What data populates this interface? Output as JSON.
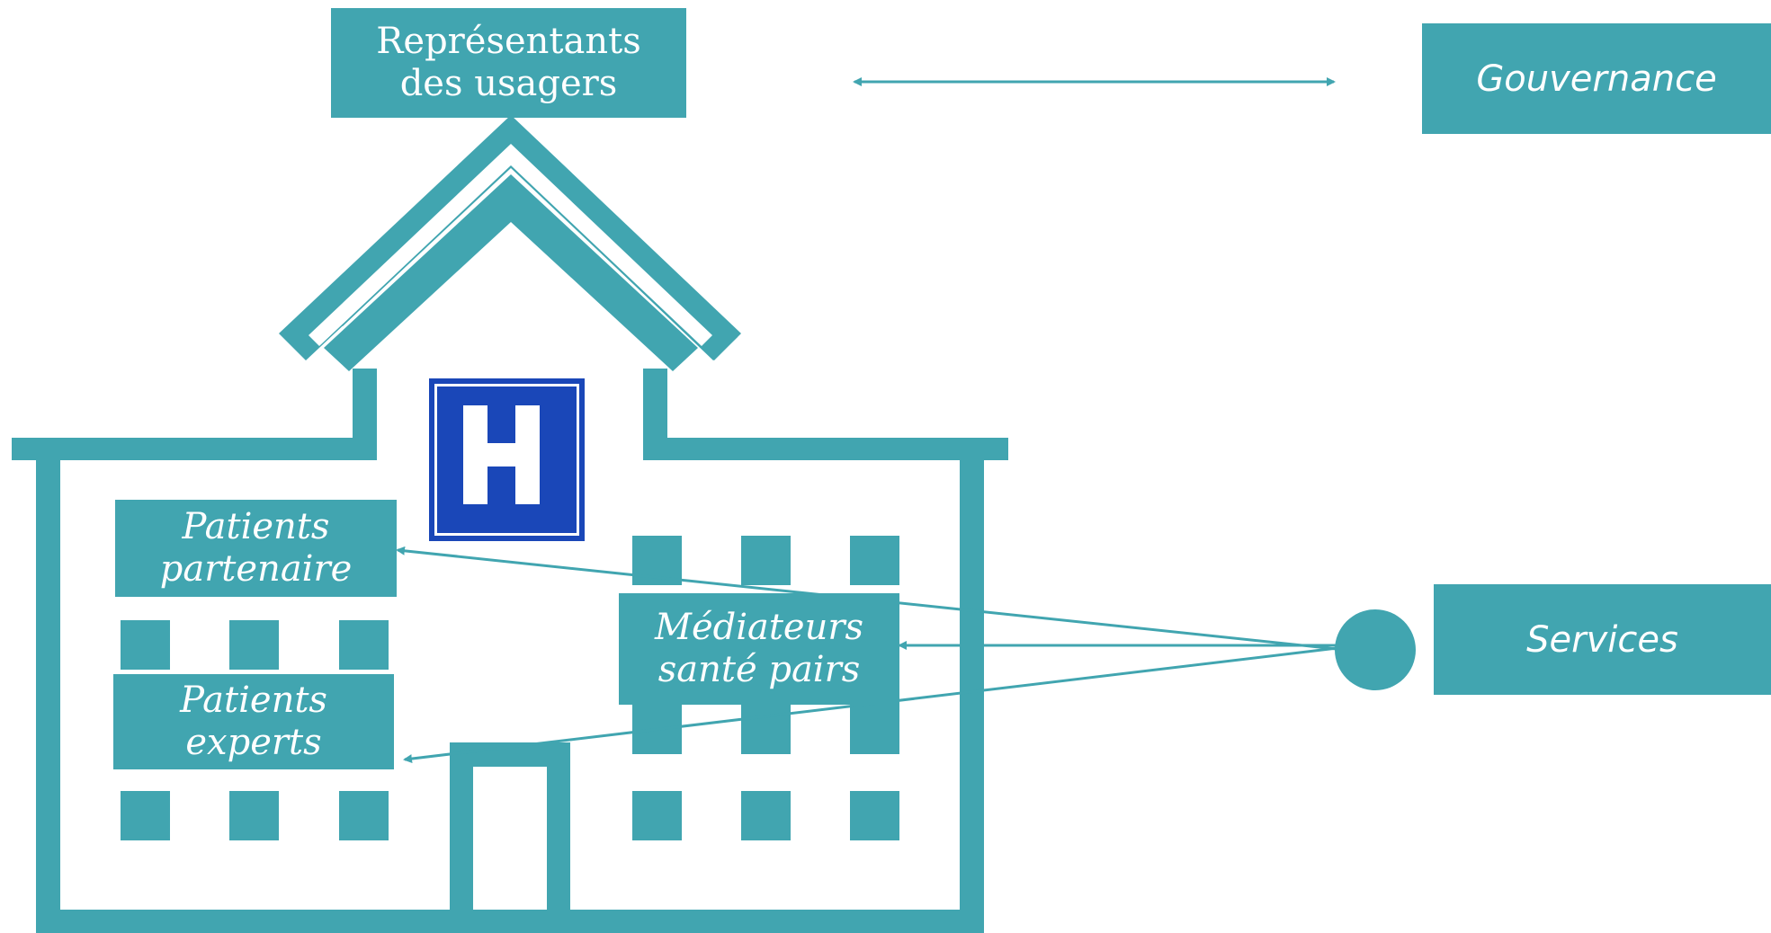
{
  "colors": {
    "teal": "#41a5b0",
    "sign_blue": "#1a47b8",
    "background": "#ffffff"
  },
  "labels": {
    "representatives": [
      "Représentants",
      "des usagers"
    ],
    "governance": "Gouvernance",
    "services": "Services",
    "patients_partner": [
      "Patients",
      "partenaire"
    ],
    "health_mediators": [
      "Médiateurs",
      "santé pairs"
    ],
    "patients_experts": [
      "Patients",
      "experts"
    ]
  },
  "icons": {
    "hospital_sign": "hospital-h-sign-icon",
    "hospital_building": "hospital-building-icon",
    "services_node": "filled-circle-icon"
  },
  "connectors": [
    {
      "from": "representatives",
      "to": "governance",
      "style": "double-arrow"
    },
    {
      "from": "services",
      "to": "patients_partner",
      "style": "arrow"
    },
    {
      "from": "services",
      "to": "health_mediators",
      "style": "arrow"
    },
    {
      "from": "services",
      "to": "patients_experts",
      "style": "arrow"
    }
  ]
}
